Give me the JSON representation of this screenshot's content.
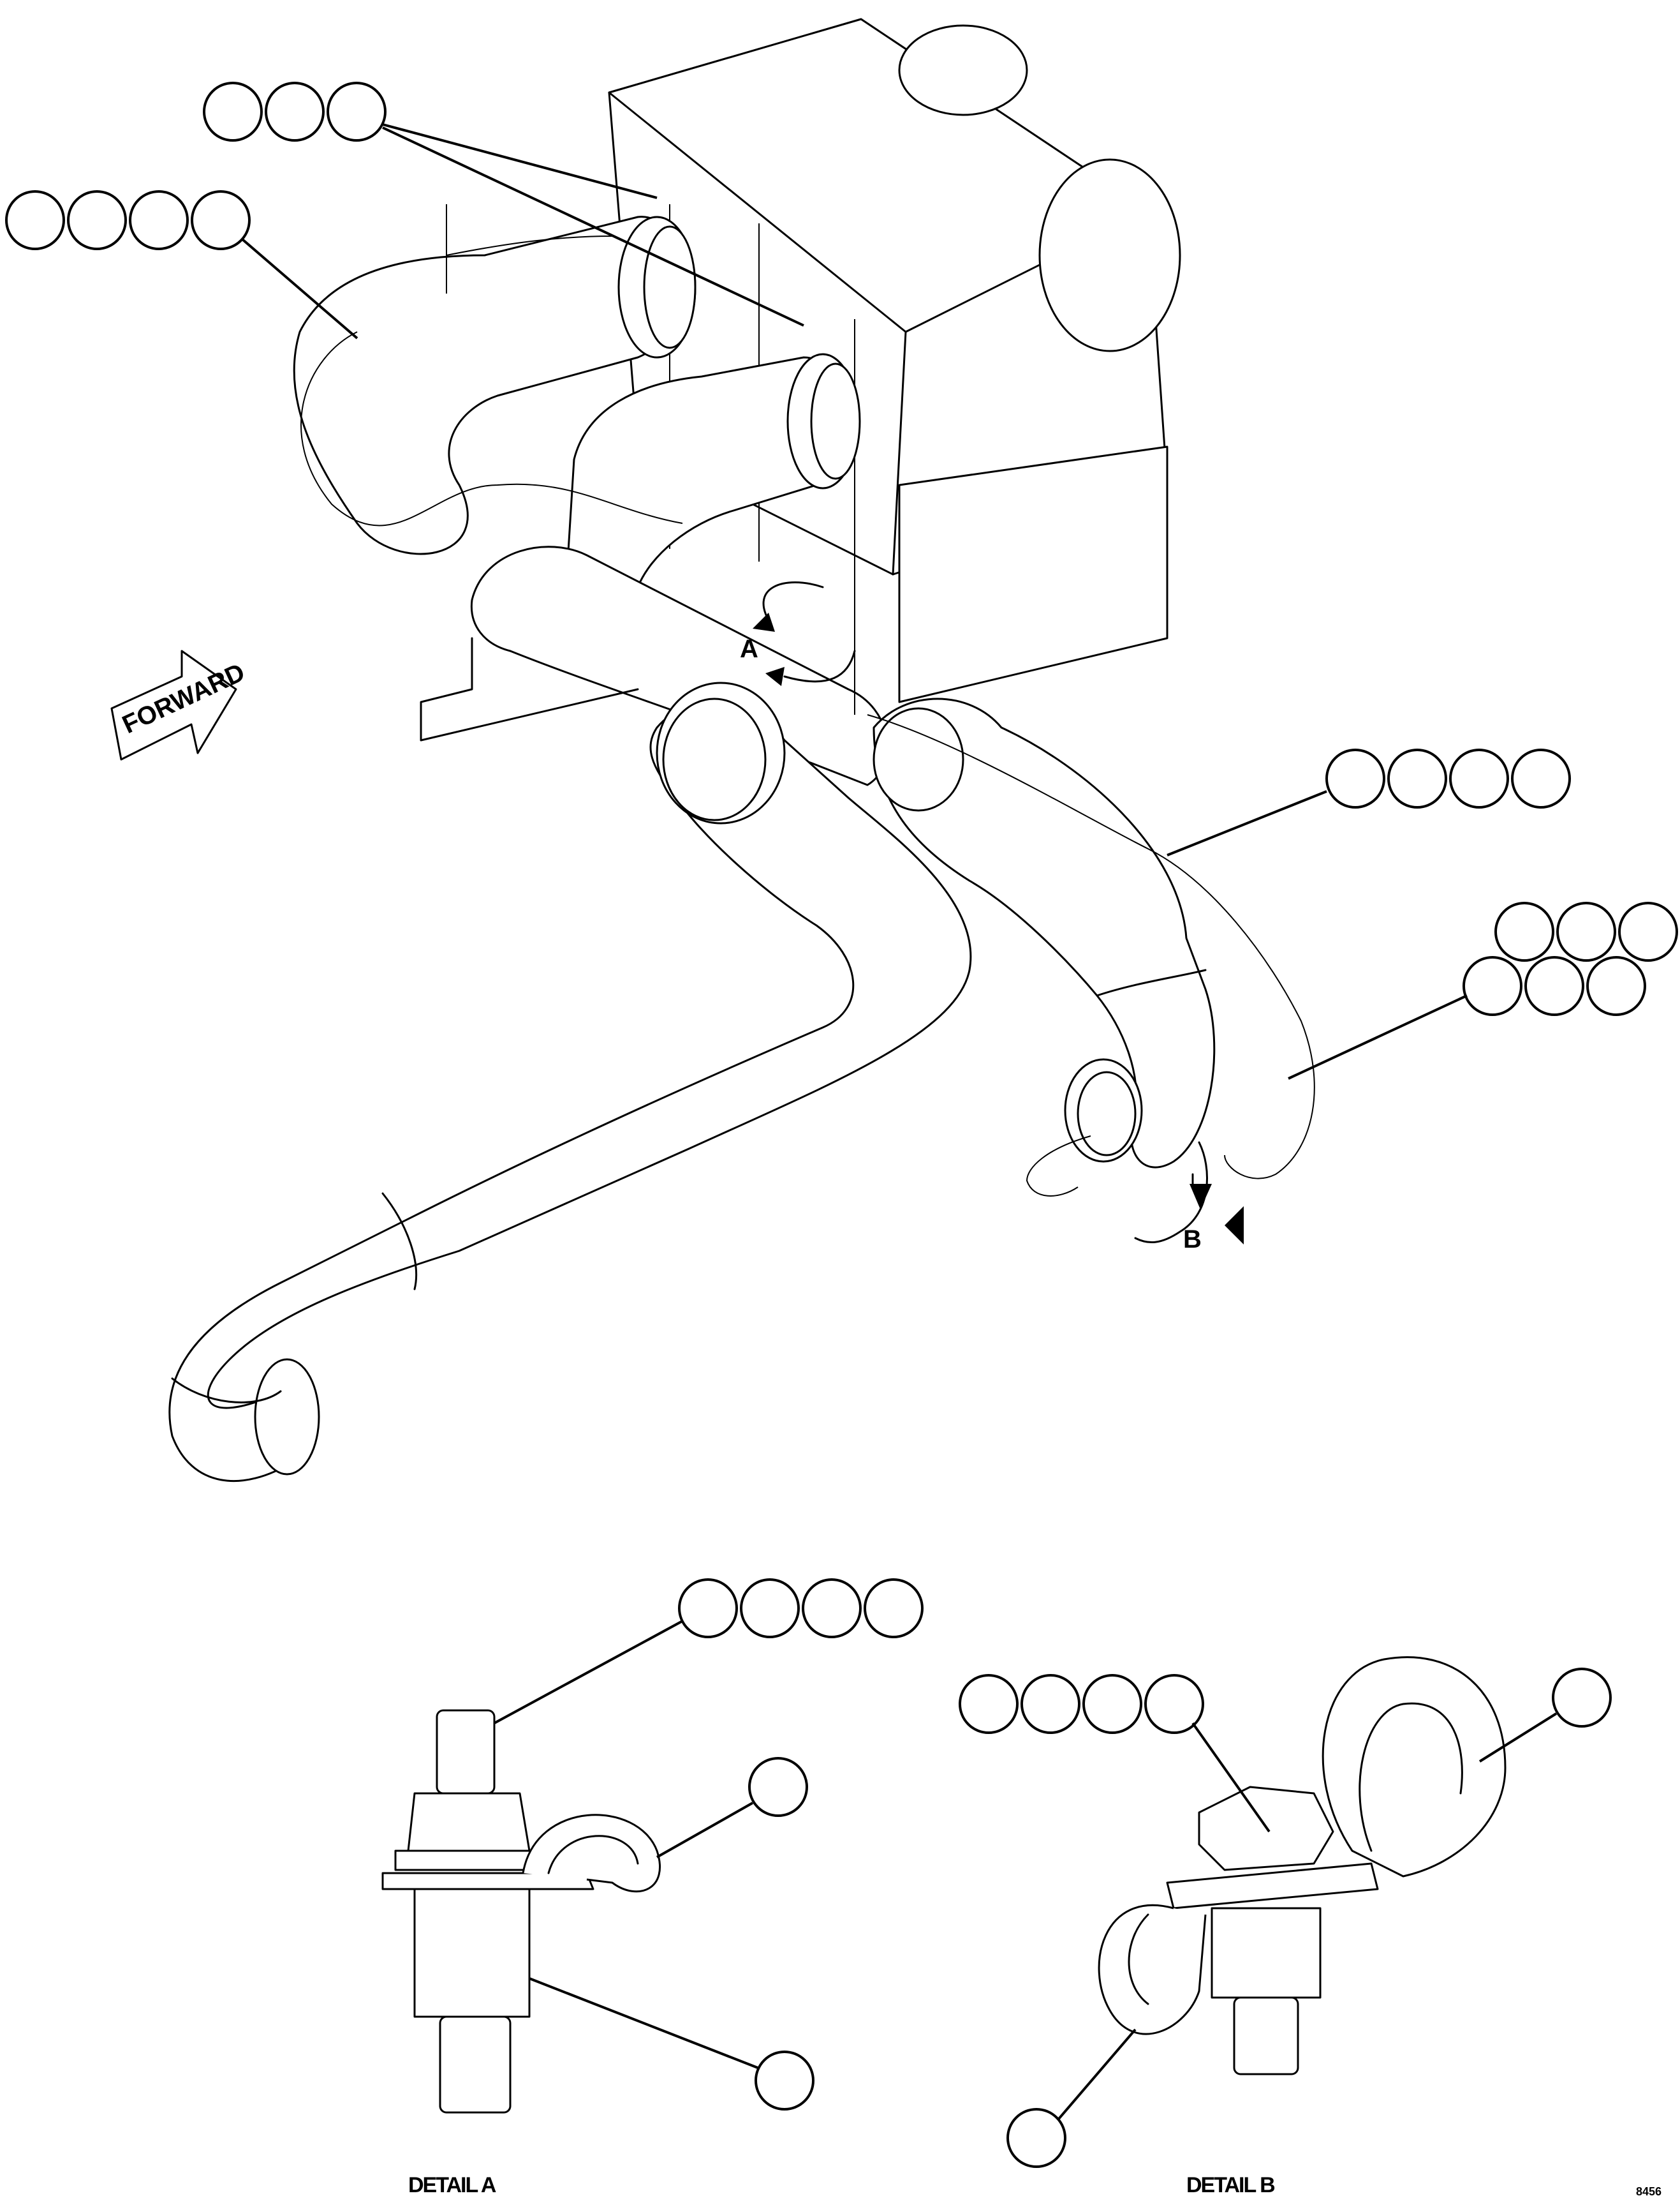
{
  "arrow_label": "FORWARD",
  "details": [
    {
      "key": "A",
      "caption": "DETAIL A"
    },
    {
      "key": "B",
      "caption": "DETAIL B"
    }
  ],
  "drawing_id": "8456"
}
